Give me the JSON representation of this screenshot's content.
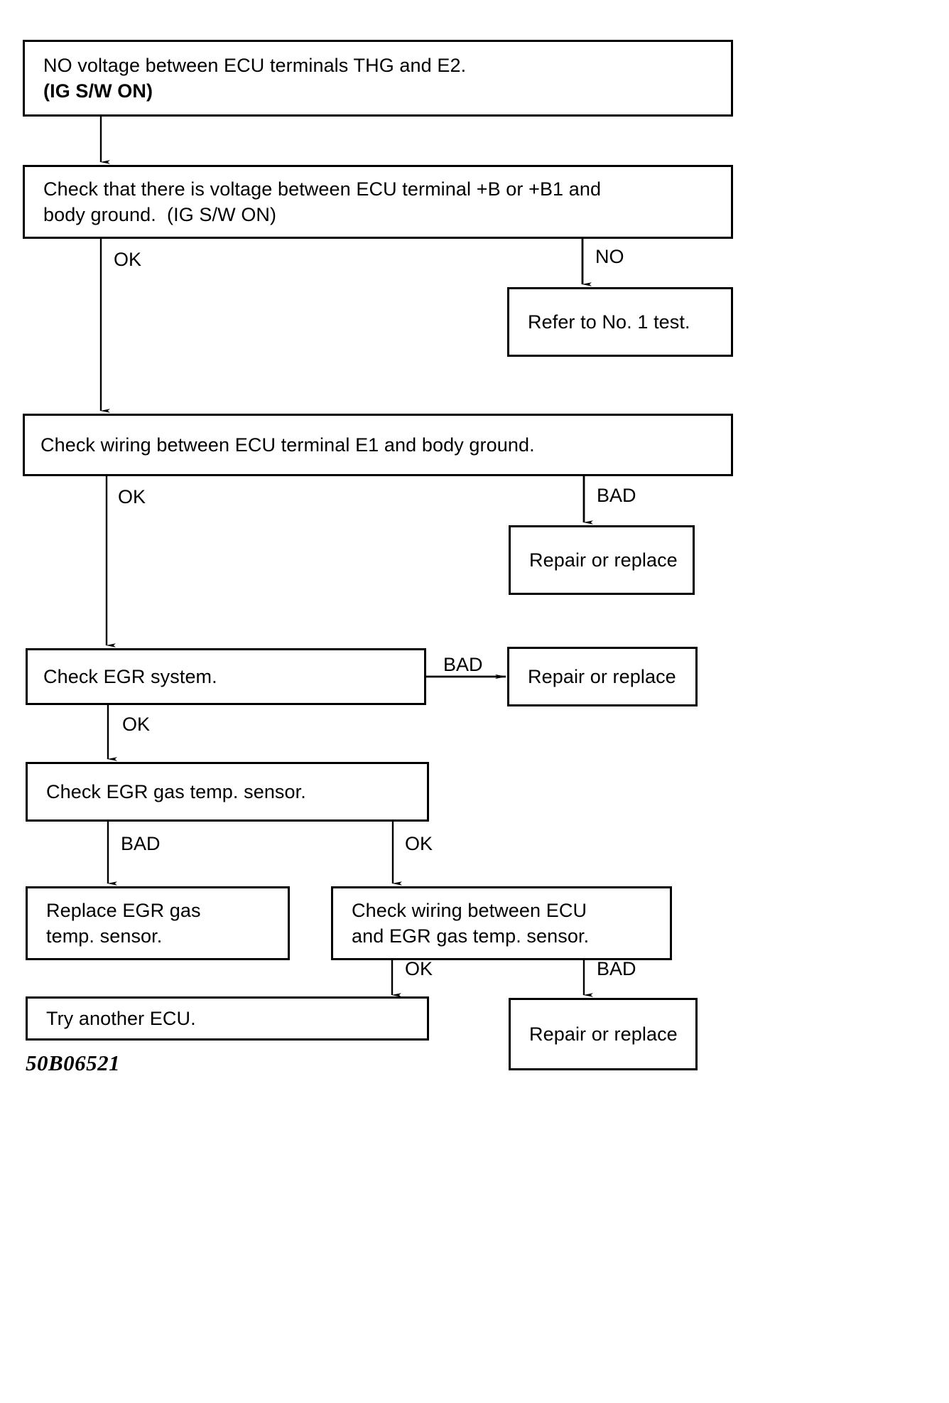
{
  "diagram": {
    "title": "EGR gas temperature sensor circuit troubleshooting flowchart",
    "caption": "50B06521",
    "line_color": "#000000",
    "background_color": "#ffffff",
    "nodes": [
      {
        "id": "n1",
        "lines": [
          "NO voltage between ECU terminals THG and E2.",
          "(IG S/W ON)"
        ],
        "bold": [
          false,
          true
        ]
      },
      {
        "id": "n2",
        "lines": [
          "Check that there is voltage between ECU terminal +B or +B1 and",
          "body ground.  (IG S/W ON)"
        ],
        "bold": [
          false,
          false
        ]
      },
      {
        "id": "n3",
        "lines": [
          "Refer to No. 1 test."
        ],
        "bold": [
          false
        ]
      },
      {
        "id": "n4",
        "lines": [
          "Check wiring between ECU terminal E1 and body ground."
        ],
        "bold": [
          false
        ]
      },
      {
        "id": "n5",
        "lines": [
          "Repair or replace"
        ],
        "bold": [
          false
        ]
      },
      {
        "id": "n6",
        "lines": [
          "Check EGR system."
        ],
        "bold": [
          false
        ]
      },
      {
        "id": "n7",
        "lines": [
          "Repair or replace"
        ],
        "bold": [
          false
        ]
      },
      {
        "id": "n8",
        "lines": [
          "Check EGR gas temp. sensor."
        ],
        "bold": [
          false
        ]
      },
      {
        "id": "n9",
        "lines": [
          "Replace EGR gas",
          "temp. sensor."
        ],
        "bold": [
          false,
          false
        ]
      },
      {
        "id": "n10",
        "lines": [
          "Check wiring between ECU",
          "and EGR gas temp. sensor."
        ],
        "bold": [
          false,
          false
        ]
      },
      {
        "id": "n11",
        "lines": [
          "Try another ECU."
        ],
        "bold": [
          false
        ]
      },
      {
        "id": "n12",
        "lines": [
          "Repair or replace"
        ],
        "bold": [
          false
        ]
      }
    ],
    "edge_labels": [
      {
        "id": "e1",
        "text": "OK"
      },
      {
        "id": "e2",
        "text": "NO"
      },
      {
        "id": "e3",
        "text": "OK"
      },
      {
        "id": "e4",
        "text": "BAD"
      },
      {
        "id": "e5",
        "text": "BAD"
      },
      {
        "id": "e6",
        "text": "OK"
      },
      {
        "id": "e7",
        "text": "BAD"
      },
      {
        "id": "e8",
        "text": "OK"
      },
      {
        "id": "e9",
        "text": "OK"
      },
      {
        "id": "e10",
        "text": "BAD"
      }
    ]
  }
}
